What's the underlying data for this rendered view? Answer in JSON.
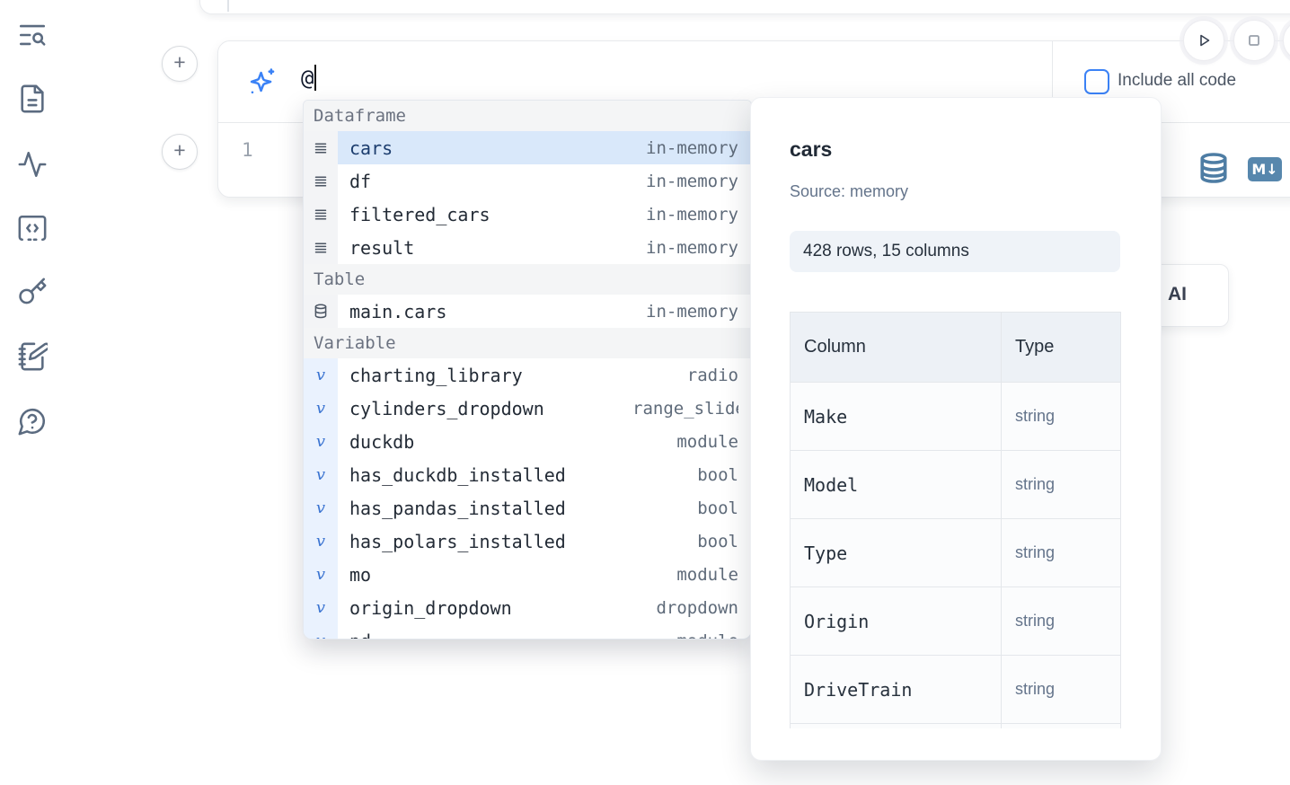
{
  "colors": {
    "accent_blue": "#3b82f6",
    "steel_blue": "#5787ad",
    "selection_blue": "#d9e8fa",
    "icon_slate": "#5b6b80",
    "muted_text": "#64748b"
  },
  "sidebar": {
    "icons": [
      {
        "name": "text-search"
      },
      {
        "name": "file-text"
      },
      {
        "name": "activity"
      },
      {
        "name": "square-code-dashed"
      },
      {
        "name": "key"
      },
      {
        "name": "notebook-pen"
      },
      {
        "name": "message-question"
      }
    ]
  },
  "toolbar": {
    "include_all_code_label": "Include all code",
    "include_all_code_checked": false
  },
  "prompt": {
    "value": "@"
  },
  "editor": {
    "line_number": "1"
  },
  "autocomplete": {
    "sections": [
      {
        "label": "Dataframe",
        "items": [
          {
            "name": "cars",
            "type": "in-memory",
            "icon": "dataframe",
            "selected": true
          },
          {
            "name": "df",
            "type": "in-memory",
            "icon": "dataframe"
          },
          {
            "name": "filtered_cars",
            "type": "in-memory",
            "icon": "dataframe"
          },
          {
            "name": "result",
            "type": "in-memory",
            "icon": "dataframe"
          }
        ]
      },
      {
        "label": "Table",
        "items": [
          {
            "name": "main.cars",
            "type": "in-memory",
            "icon": "table"
          }
        ]
      },
      {
        "label": "Variable",
        "items": [
          {
            "name": "charting_library",
            "type": "radio",
            "icon": "variable"
          },
          {
            "name": "cylinders_dropdown",
            "type": "range_slider",
            "icon": "variable"
          },
          {
            "name": "duckdb",
            "type": "module",
            "icon": "variable"
          },
          {
            "name": "has_duckdb_installed",
            "type": "bool",
            "icon": "variable"
          },
          {
            "name": "has_pandas_installed",
            "type": "bool",
            "icon": "variable"
          },
          {
            "name": "has_polars_installed",
            "type": "bool",
            "icon": "variable"
          },
          {
            "name": "mo",
            "type": "module",
            "icon": "variable"
          },
          {
            "name": "origin_dropdown",
            "type": "dropdown",
            "icon": "variable"
          },
          {
            "name": "pd",
            "type": "module",
            "icon": "variable"
          }
        ]
      }
    ]
  },
  "preview": {
    "title": "cars",
    "source_label": "Source: memory",
    "shape_label": "428 rows, 15 columns",
    "table": {
      "headers": [
        "Column",
        "Type"
      ],
      "rows": [
        {
          "column": "Make",
          "type": "string"
        },
        {
          "column": "Model",
          "type": "string"
        },
        {
          "column": "Type",
          "type": "string"
        },
        {
          "column": "Origin",
          "type": "string"
        },
        {
          "column": "DriveTrain",
          "type": "string"
        },
        {
          "column": "",
          "type": ""
        }
      ]
    }
  },
  "ai_card": {
    "visible_text": "AI"
  }
}
